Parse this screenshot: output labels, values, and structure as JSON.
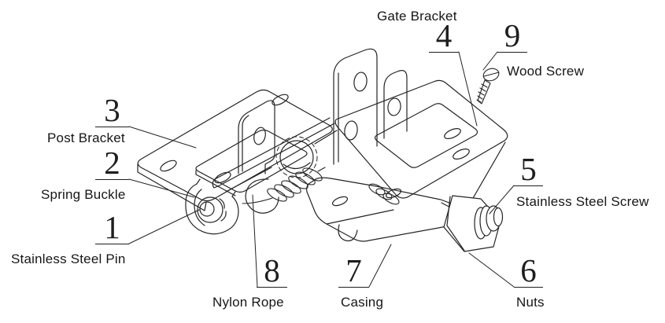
{
  "figure": {
    "kind": "exploded-parts-line-diagram",
    "background_color": "#ffffff",
    "line_color": "#242424",
    "text_color": "#161616"
  },
  "callouts": [
    {
      "number": "1",
      "label": "Stainless Steel Pin"
    },
    {
      "number": "2",
      "label": "Spring Buckle"
    },
    {
      "number": "3",
      "label": "Post Bracket"
    },
    {
      "number": "4",
      "label": "Gate Bracket"
    },
    {
      "number": "5",
      "label": "Stainless Steel Screw"
    },
    {
      "number": "6",
      "label": "Nuts"
    },
    {
      "number": "7",
      "label": "Casing"
    },
    {
      "number": "8",
      "label": "Nylon Rope"
    },
    {
      "number": "9",
      "label": "Wood Screw"
    }
  ]
}
